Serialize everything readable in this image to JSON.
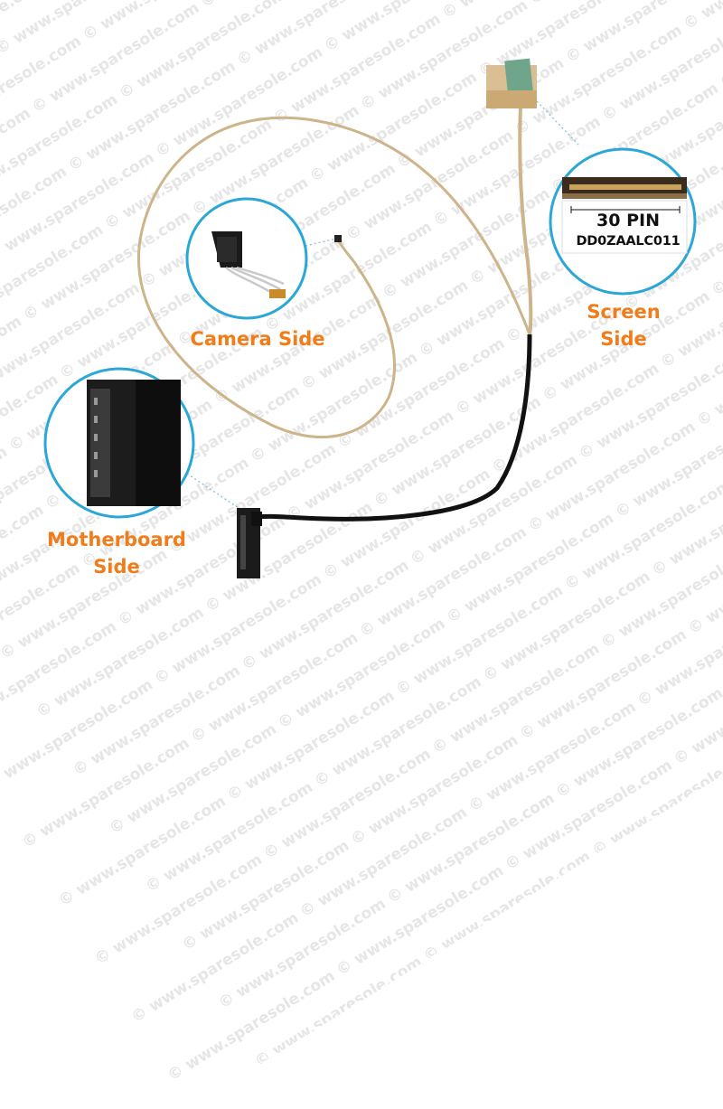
{
  "watermark": {
    "text": "© www.sparesole.com"
  },
  "labels": {
    "camera_side": "Camera Side",
    "screen_side": "Screen Side",
    "motherboard_line1": "Motherboard",
    "motherboard_line2": "Side"
  },
  "screen_connector": {
    "pin_count": "30 PIN",
    "part_number": "DD0ZAALC011"
  },
  "colors": {
    "accent": "#f07c1a",
    "circle_ring": "#2aa7d6",
    "cable_tan": "#cdb48a",
    "cable_black": "#111111"
  }
}
